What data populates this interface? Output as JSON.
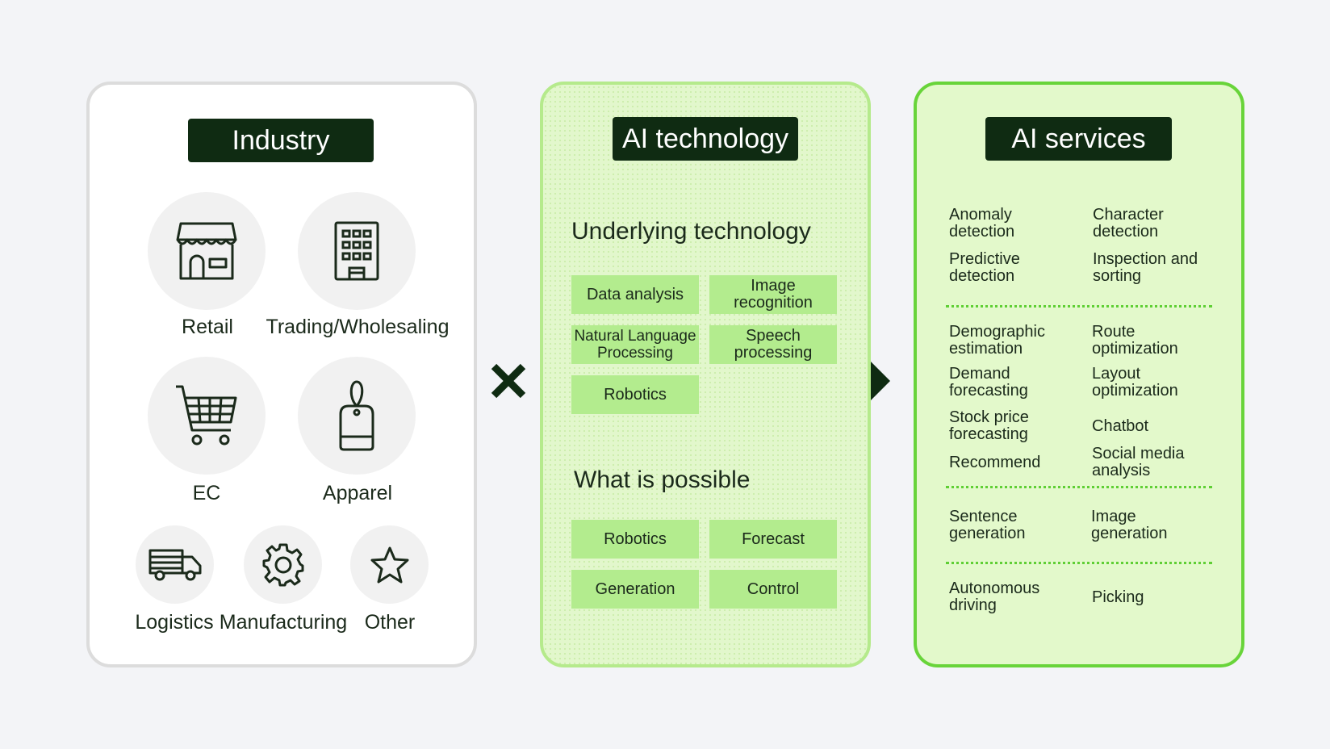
{
  "industry": {
    "title": "Industry",
    "items": [
      {
        "label": "Retail",
        "icon": "store-icon"
      },
      {
        "label": "Trading/Wholesaling",
        "icon": "building-icon"
      },
      {
        "label": "EC",
        "icon": "shopping-cart-icon"
      },
      {
        "label": "Apparel",
        "icon": "price-tag-icon"
      },
      {
        "label": "Logistics",
        "icon": "truck-icon"
      },
      {
        "label": "Manufacturing",
        "icon": "gear-icon"
      },
      {
        "label": "Other",
        "icon": "star-icon"
      }
    ]
  },
  "ai_technology": {
    "title": "AI technology",
    "underlying": {
      "heading": "Underlying technology",
      "items": [
        "Data analysis",
        "Image recognition",
        "Natural Language Processing",
        "Speech processing",
        "Robotics"
      ]
    },
    "possible": {
      "heading": "What is possible",
      "items": [
        "Robotics",
        "Forecast",
        "Generation",
        "Control"
      ]
    }
  },
  "ai_services": {
    "title": "AI services",
    "groups": [
      [
        "Anomaly detection",
        "Character detection",
        "Predictive detection",
        "Inspection and sorting"
      ],
      [
        "Demographic estimation",
        "Route optimization",
        "Demand forecasting",
        "Layout optimization",
        "Stock price forecasting",
        "Chatbot",
        "Recommend",
        "Social media analysis"
      ],
      [
        "Sentence generation",
        "Image generation"
      ],
      [
        "Autonomous driving",
        "Picking"
      ]
    ]
  },
  "colors": {
    "dark_green": "#0f2b12",
    "chip_green": "#b3ec8e",
    "panel_green": "#e3f9cb",
    "border_green": "#68d43a"
  }
}
